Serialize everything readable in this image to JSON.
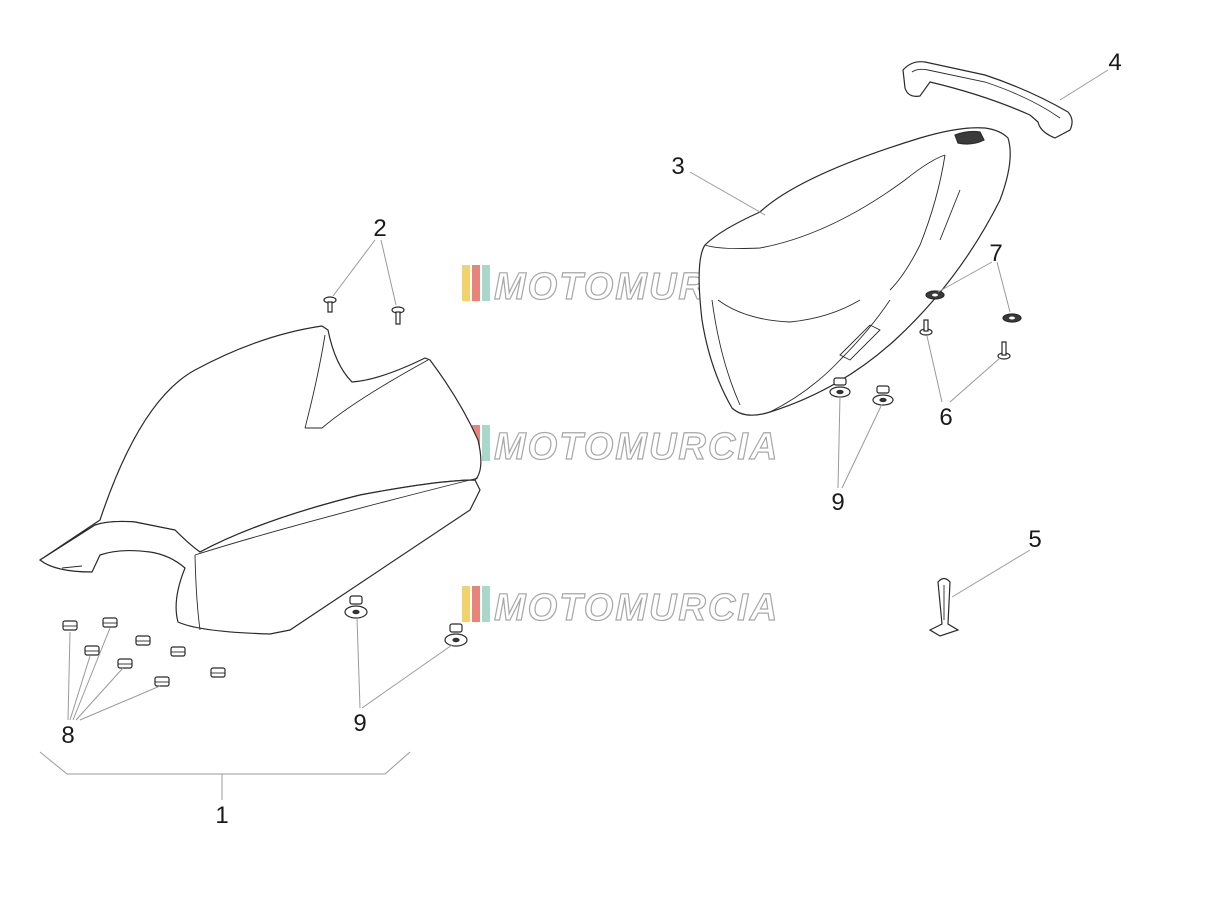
{
  "diagram": {
    "callouts": [
      "1",
      "2",
      "3",
      "4",
      "5",
      "6",
      "7",
      "8",
      "9",
      "9"
    ],
    "watermark": "MOTOMURCIA",
    "colors": {
      "line": "#2a2a2a",
      "leader": "#9a9a9a",
      "watermark_stripes": [
        "#f2d36b",
        "#e8847a",
        "#a9d7c9"
      ]
    }
  }
}
